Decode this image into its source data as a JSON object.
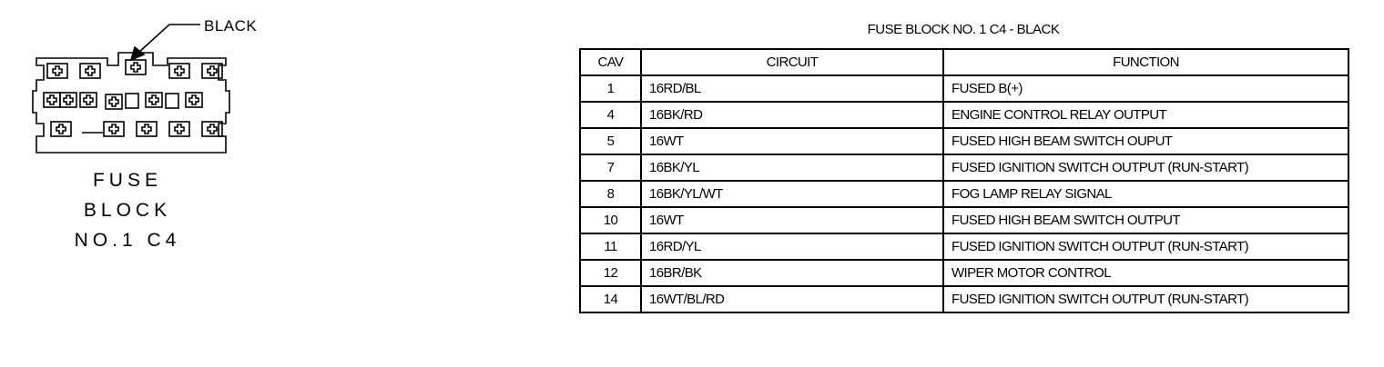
{
  "connector": {
    "pointer_label": "BLACK",
    "caption_lines": [
      "FUSE",
      "BLOCK",
      "NO.1 C4"
    ]
  },
  "table": {
    "title": "FUSE BLOCK NO. 1 C4 - BLACK",
    "headers": [
      "CAV",
      "CIRCUIT",
      "FUNCTION"
    ],
    "rows": [
      {
        "cav": "1",
        "circuit": "16RD/BL",
        "function": "FUSED B(+)"
      },
      {
        "cav": "4",
        "circuit": "16BK/RD",
        "function": "ENGINE CONTROL RELAY OUTPUT"
      },
      {
        "cav": "5",
        "circuit": "16WT",
        "function": "FUSED HIGH BEAM SWITCH OUPUT"
      },
      {
        "cav": "7",
        "circuit": "16BK/YL",
        "function": "FUSED IGNITION SWITCH OUTPUT (RUN-START)"
      },
      {
        "cav": "8",
        "circuit": "16BK/YL/WT",
        "function": "FOG LAMP RELAY SIGNAL"
      },
      {
        "cav": "10",
        "circuit": "16WT",
        "function": "FUSED HIGH BEAM SWITCH OUTPUT"
      },
      {
        "cav": "11",
        "circuit": "16RD/YL",
        "function": "FUSED IGNITION SWITCH OUTPUT (RUN-START)"
      },
      {
        "cav": "12",
        "circuit": "16BR/BK",
        "function": "WIPER MOTOR CONTROL"
      },
      {
        "cav": "14",
        "circuit": "16WT/BL/RD",
        "function": "FUSED IGNITION SWITCH OUTPUT (RUN-START)"
      }
    ]
  }
}
